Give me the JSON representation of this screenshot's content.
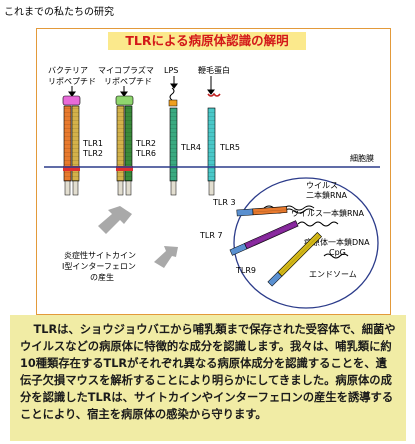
{
  "heading": "これまでの私たちの研究",
  "title": "TLRによる病原体認識の解明",
  "ligands": {
    "lipopeptide_bacteria": [
      "バクテリア",
      "リポペプチド"
    ],
    "lipopeptide_mycoplasma": [
      "マイコプラズマ",
      "リポペプチド"
    ],
    "lps": "LPS",
    "flagellin": "鞭毛蛋白"
  },
  "receptors": {
    "tlr1_2": [
      "TLR1",
      "TLR2"
    ],
    "tlr2_6": [
      "TLR2",
      "TLR6"
    ],
    "tlr4": "TLR4",
    "tlr5": "TLR5",
    "tlr3": "TLR 3",
    "tlr7": "TLR 7",
    "tlr9": "TLR9"
  },
  "membrane_label": "細胞膜",
  "endosome_label": "エンドソーム",
  "virus_dsrna": [
    "ウイルス",
    "二本鎖RNA"
  ],
  "virus_ssrna": "ウイルス一本鎖RNA",
  "pathogen_dna": [
    "病原体一本鎖DNA",
    "CpG"
  ],
  "output_label": [
    "炎症性サイトカイン",
    "I型インターフェロン",
    "の産生"
  ],
  "description": "TLRは、ショウジョウバエから哺乳類まで保存された受容体で、細菌やウイルスなどの病原体に特徴的な成分を認識します。我々は、哺乳類に約10種類存在するTLRがそれぞれ異なる病原体成分を認識することを、遺伝子欠損マウスを解析することにより明らかにしてきました。病原体の成分を認識したTLRは、サイトカインやインターフェロンの産生を誘導することにより、宿主を病原体の感染から守ります。",
  "colors": {
    "title_bg": "#fbe98c",
    "title_text": "#d31919",
    "card_border": "#e39a3a",
    "membrane": "#2b3b8a",
    "description_bg": "#f1eca5"
  }
}
